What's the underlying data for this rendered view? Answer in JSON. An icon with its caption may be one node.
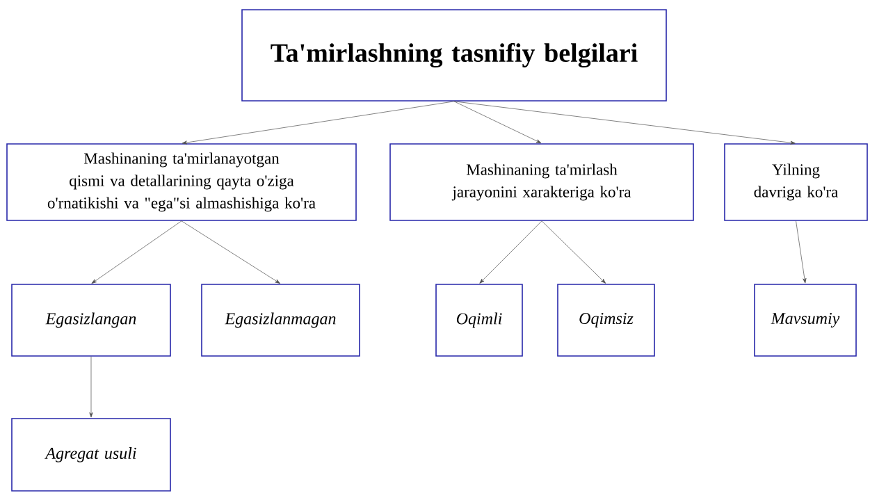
{
  "diagram": {
    "nodes": [
      {
        "text": [
          "Ta'mirlashning tasnifiy belgilari"
        ]
      },
      {
        "text": [
          "Mashinaning ta'mirlanayotgan qismi va detallarining qayta o'ziga o'rnatikishi va \"ega\"si almashishiga ko'ra"
        ]
      },
      {
        "text": [
          "Mashinaning ta'mirlash jarayonini xarakteriga ko'ra"
        ]
      },
      {
        "text": [
          "Yilning davriga ko'ra"
        ]
      },
      {
        "text": [
          "Egasizlangan"
        ]
      },
      {
        "text": [
          "Egasizlanmagan"
        ]
      },
      {
        "text": [
          "Oqimli"
        ]
      },
      {
        "text": [
          "Oqimsiz"
        ]
      },
      {
        "text": [
          "Mavsumiy"
        ]
      },
      {
        "text": [
          "Agregat usuli"
        ]
      }
    ],
    "edges": [
      {
        "from": 0,
        "to": 1,
        "arrow": "to"
      },
      {
        "from": 0,
        "to": 2,
        "arrow": "to"
      },
      {
        "from": 0,
        "to": 3,
        "arrow": "to"
      },
      {
        "from": 1,
        "to": 4,
        "arrow": "to"
      },
      {
        "from": 1,
        "to": 5,
        "arrow": "to"
      },
      {
        "from": 2,
        "to": 6,
        "arrow": "to"
      },
      {
        "from": 2,
        "to": 7,
        "arrow": "to"
      },
      {
        "from": 3,
        "to": 8,
        "arrow": "to"
      },
      {
        "from": 4,
        "to": 9,
        "arrow": "to"
      }
    ]
  }
}
